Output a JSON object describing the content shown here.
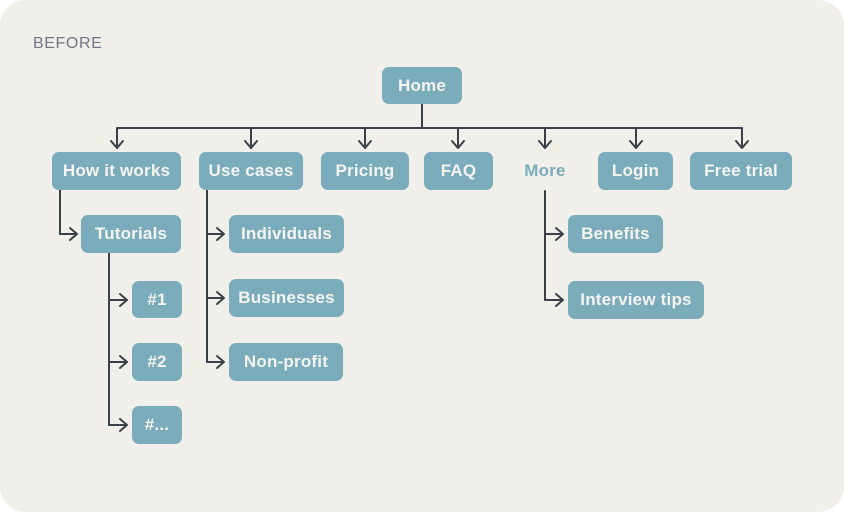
{
  "title": "BEFORE",
  "diagram_type": "sitemap-tree",
  "colors": {
    "card_background": "#f1efe9",
    "node_fill": "#7aacbc",
    "node_text": "#f5f4ef",
    "connector_line": "#3a4047",
    "title_text": "#717687",
    "more_text": "#7aacbc"
  },
  "nodes": {
    "home": {
      "label": "Home"
    },
    "how_it_works": {
      "label": "How it works"
    },
    "use_cases": {
      "label": "Use cases"
    },
    "pricing": {
      "label": "Pricing"
    },
    "faq": {
      "label": "FAQ"
    },
    "more": {
      "label": "More"
    },
    "login": {
      "label": "Login"
    },
    "free_trial": {
      "label": "Free trial"
    },
    "tutorials": {
      "label": "Tutorials"
    },
    "tutorial_1": {
      "label": "#1"
    },
    "tutorial_2": {
      "label": "#2"
    },
    "tutorial_etc": {
      "label": "#..."
    },
    "individuals": {
      "label": "Individuals"
    },
    "businesses": {
      "label": "Businesses"
    },
    "non_profit": {
      "label": "Non-profit"
    },
    "benefits": {
      "label": "Benefits"
    },
    "interview_tips": {
      "label": "Interview tips"
    }
  },
  "structure": {
    "root": "home",
    "children": {
      "home": [
        "how_it_works",
        "use_cases",
        "pricing",
        "faq",
        "more",
        "login",
        "free_trial"
      ],
      "how_it_works": [
        "tutorials"
      ],
      "tutorials": [
        "tutorial_1",
        "tutorial_2",
        "tutorial_etc"
      ],
      "use_cases": [
        "individuals",
        "businesses",
        "non_profit"
      ],
      "more": [
        "benefits",
        "interview_tips"
      ]
    }
  }
}
